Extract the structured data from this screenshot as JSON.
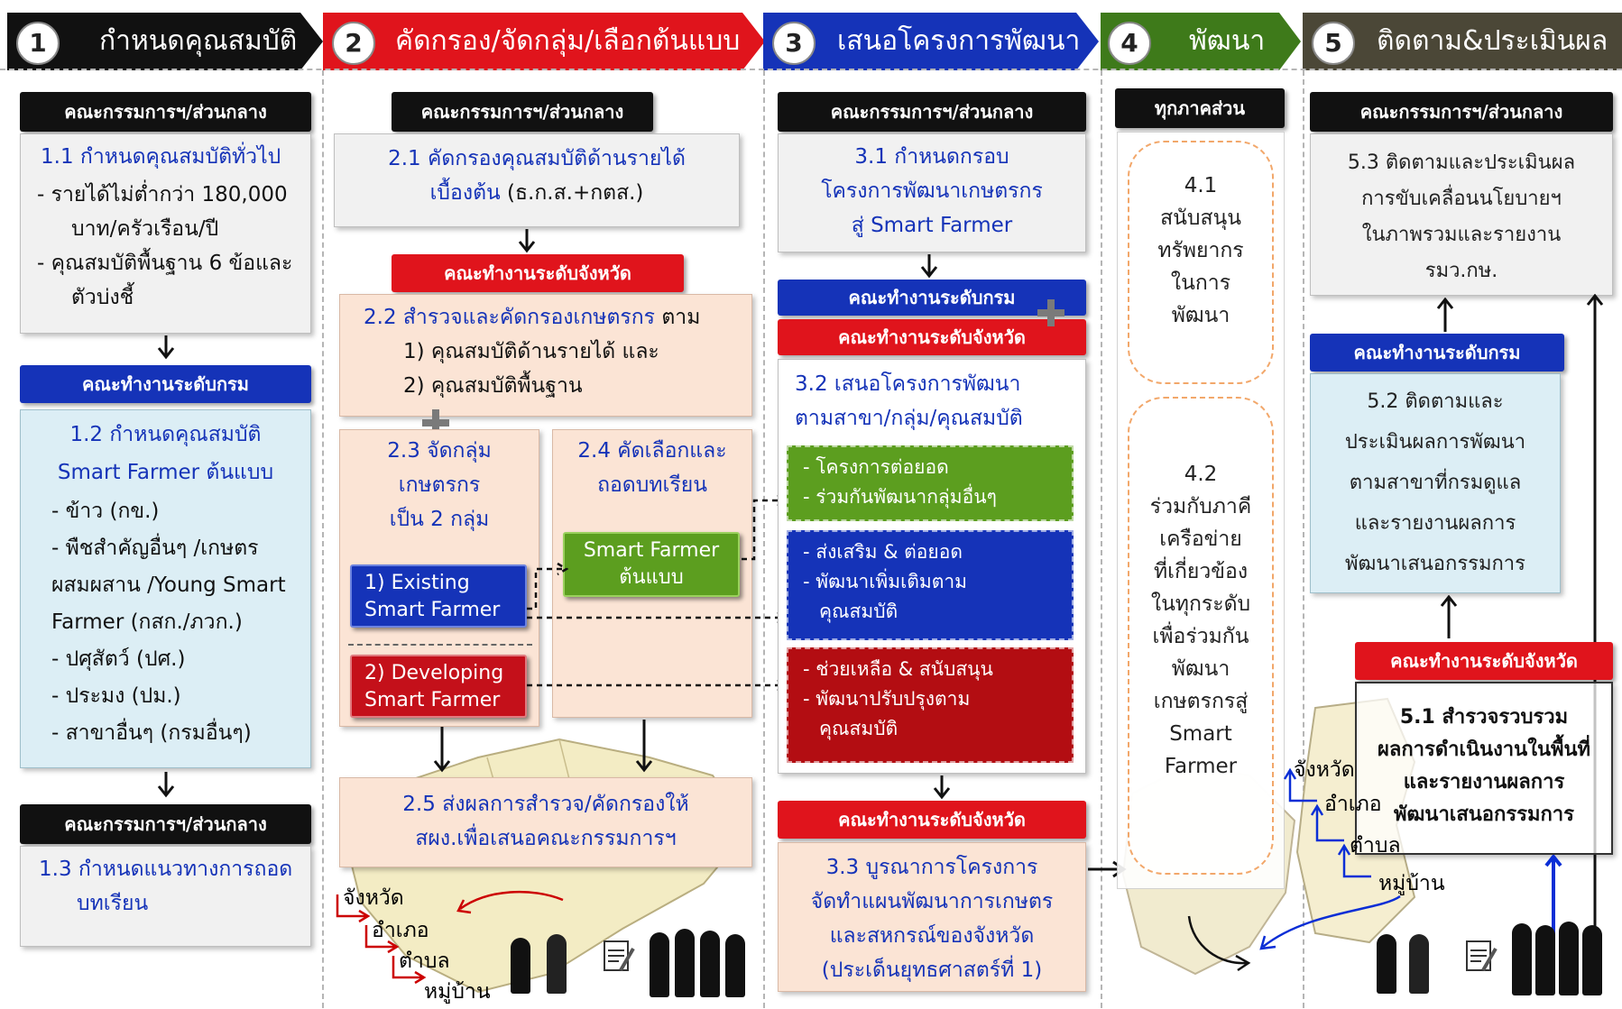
{
  "stages": [
    {
      "num": "1",
      "title": "กำหนดคุณสมบัติ",
      "color": "#111111"
    },
    {
      "num": "2",
      "title": "คัดกรอง/จัดกลุ่ม/เลือกต้นแบบ",
      "color": "#e0141c"
    },
    {
      "num": "3",
      "title": "เสนอโครงการพัฒนา",
      "color": "#1533b8"
    },
    {
      "num": "4",
      "title": "พัฒนา",
      "color": "#3e7a1a"
    },
    {
      "num": "5",
      "title": "ติดตาม&ประเมินผล",
      "color": "#4b4737"
    }
  ],
  "col1": {
    "hdr1": "คณะกรรมการฯ/ส่วนกลาง",
    "b11_title": "1.1 กำหนดคุณสมบัติทั่วไป",
    "b11_l1": "- รายได้ไม่ต่ำกว่า 180,000",
    "b11_l2": "บาท/ครัวเรือน/ปี",
    "b11_l3": "- คุณสมบัติพื้นฐาน 6 ข้อและ",
    "b11_l4": "ตัวบ่งชี้",
    "hdr2": "คณะทำงานระดับกรม",
    "b12_t1": "1.2 กำหนดคุณสมบัติ",
    "b12_t2": "Smart Farmer ต้นแบบ",
    "b12_l1": "- ข้าว (กข.)",
    "b12_l2": "- พืชสำคัญอื่นๆ /เกษตร",
    "b12_l3": "ผสมผสาน /Young Smart",
    "b12_l4": "Farmer (กสก./ภวก.)",
    "b12_l5": "- ปศุสัตว์ (ปศ.)",
    "b12_l6": "- ประมง (ปม.)",
    "b12_l7": "- สาขาอื่นๆ (กรมอื่นๆ)",
    "hdr3": "คณะกรรมการฯ/ส่วนกลาง",
    "b13_l1": "1.3 กำหนดแนวทางการถอด",
    "b13_l2": "บทเรียน"
  },
  "col2": {
    "hdr1": "คณะกรรมการฯ/ส่วนกลาง",
    "b21_l1": "2.1 คัดกรองคุณสมบัติด้านรายได้",
    "b21_l2a": "เบื้องต้น",
    "b21_l2b": " (ธ.ก.ส.+กตส.)",
    "hdr2": "คณะทำงานระดับจังหวัด",
    "b22_l1a": "2.2 สำรวจและคัดกรองเกษตรกร",
    "b22_l1b": " ตาม",
    "b22_l2": "1) คุณสมบัติด้านรายได้ และ",
    "b22_l3": "2) คุณสมบัติพื้นฐาน",
    "b23_l1": "2.3 จัดกลุ่ม",
    "b23_l2": "เกษตรกร",
    "b23_l3": "เป็น 2 กลุ่ม",
    "b24_l1": "2.4 คัดเลือกและ",
    "b24_l2": "ถอดบทเรียน",
    "sf1_l1": "1) Existing",
    "sf1_l2": "Smart Farmer",
    "sf2_l1": "2) Developing",
    "sf2_l2": "Smart Farmer",
    "sf3_l1": "Smart Farmer",
    "sf3_l2": "ต้นแบบ",
    "b25_l1": "2.5 ส่งผลการสำรวจ/คัดกรองให้",
    "b25_l2": "สผง.เพื่อเสนอคณะกรรมการฯ",
    "lv1": "จังหวัด",
    "lv2": "อำเภอ",
    "lv3": "ตำบล",
    "lv4": "หมู่บ้าน"
  },
  "col3": {
    "hdr1": "คณะกรรมการฯ/ส่วนกลาง",
    "b31_l1": "3.1 กำหนดกรอบ",
    "b31_l2": "โครงการพัฒนาเกษตรกร",
    "b31_l3": "สู่ Smart Farmer",
    "hdr2": "คณะทำงานระดับกรม",
    "hdr3": "คณะทำงานระดับจังหวัด",
    "b32_l1": "3.2 เสนอโครงการพัฒนา",
    "b32_l2": "ตามสาขา/กลุ่ม/คุณสมบัติ",
    "g_l1": "- โครงการต่อยอด",
    "g_l2": "- ร่วมกันพัฒนากลุ่มอื่นๆ",
    "bl_l1": "- ส่งเสริม & ต่อยอด",
    "bl_l2": "- พัฒนาเพิ่มเติมตาม",
    "bl_l3": "คุณสมบัติ",
    "rd_l1": "- ช่วยเหลือ & สนับสนุน",
    "rd_l2": "- พัฒนาปรับปรุงตาม",
    "rd_l3": "คุณสมบัติ",
    "hdr4": "คณะทำงานระดับจังหวัด",
    "b33_l1": "3.3 บูรณาการโครงการ",
    "b33_l2": "จัดทำแผนพัฒนาการเกษตร",
    "b33_l3": "และสหกรณ์ของจังหวัด",
    "b33_l4": "(ประเด็นยุทธศาสตร์ที่ 1)"
  },
  "col4": {
    "hdr": "ทุกภาคส่วน",
    "b41": [
      "4.1",
      "สนับสนุน",
      "ทรัพยากร",
      "ในการ",
      "พัฒนา"
    ],
    "b42": [
      "4.2",
      "ร่วมกับภาคี",
      "เครือข่าย",
      "ที่เกี่ยวข้อง",
      "ในทุกระดับ",
      "เพื่อร่วมกัน",
      "พัฒนา",
      "เกษตรกรสู่",
      "Smart",
      "Farmer"
    ]
  },
  "col5": {
    "hdr1": "คณะกรรมการฯ/ส่วนกลาง",
    "b53": [
      "5.3 ติดตามและประเมินผล",
      "การขับเคลื่อนนโยบายฯ",
      "ในภาพรวมและรายงาน",
      "รมว.กษ."
    ],
    "hdr2": "คณะทำงานระดับกรม",
    "b52": [
      "5.2 ติดตามและ",
      "ประเมินผลการพัฒนา",
      "ตามสาขาที่กรมดูแล",
      "และรายงานผลการ",
      "พัฒนาเสนอกรรมการ"
    ],
    "hdr3": "คณะทำงานระดับจังหวัด",
    "b51": [
      "5.1 สำรวจรวบรวม",
      "ผลการดำเนินงานในพื้นที่",
      "และรายงานผลการ",
      "พัฒนาเสนอกรรมการ"
    ],
    "lv1": "จังหวัด",
    "lv2": "อำเภอ",
    "lv3": "ตำบล",
    "lv4": "หมู่บ้าน"
  },
  "colors": {
    "black": "#111111",
    "red": "#e0141c",
    "blue": "#1533b8",
    "green": "#5c9e1f",
    "darkred": "#b30d12",
    "textblue": "#1533b8"
  }
}
